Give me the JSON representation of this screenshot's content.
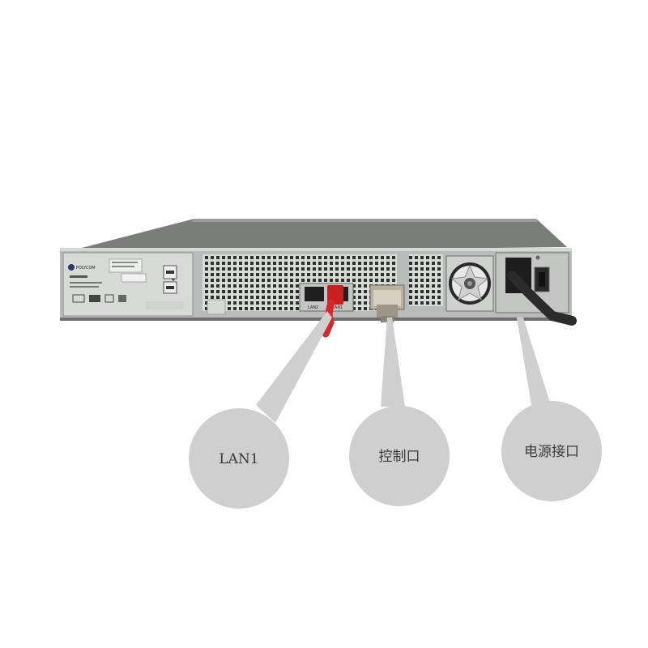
{
  "device": {
    "brand": "POLYCOM",
    "port_labels": [
      "LAN2",
      "LAN1"
    ]
  },
  "callouts": [
    {
      "id": "lan1",
      "label": "LAN1"
    },
    {
      "id": "console",
      "label": "控制口"
    },
    {
      "id": "power",
      "label": "电源接口"
    }
  ],
  "colors": {
    "callout_fill": "#cfcfcf",
    "cable_red": "#d8262a",
    "chassis": "#8c8f8c"
  }
}
